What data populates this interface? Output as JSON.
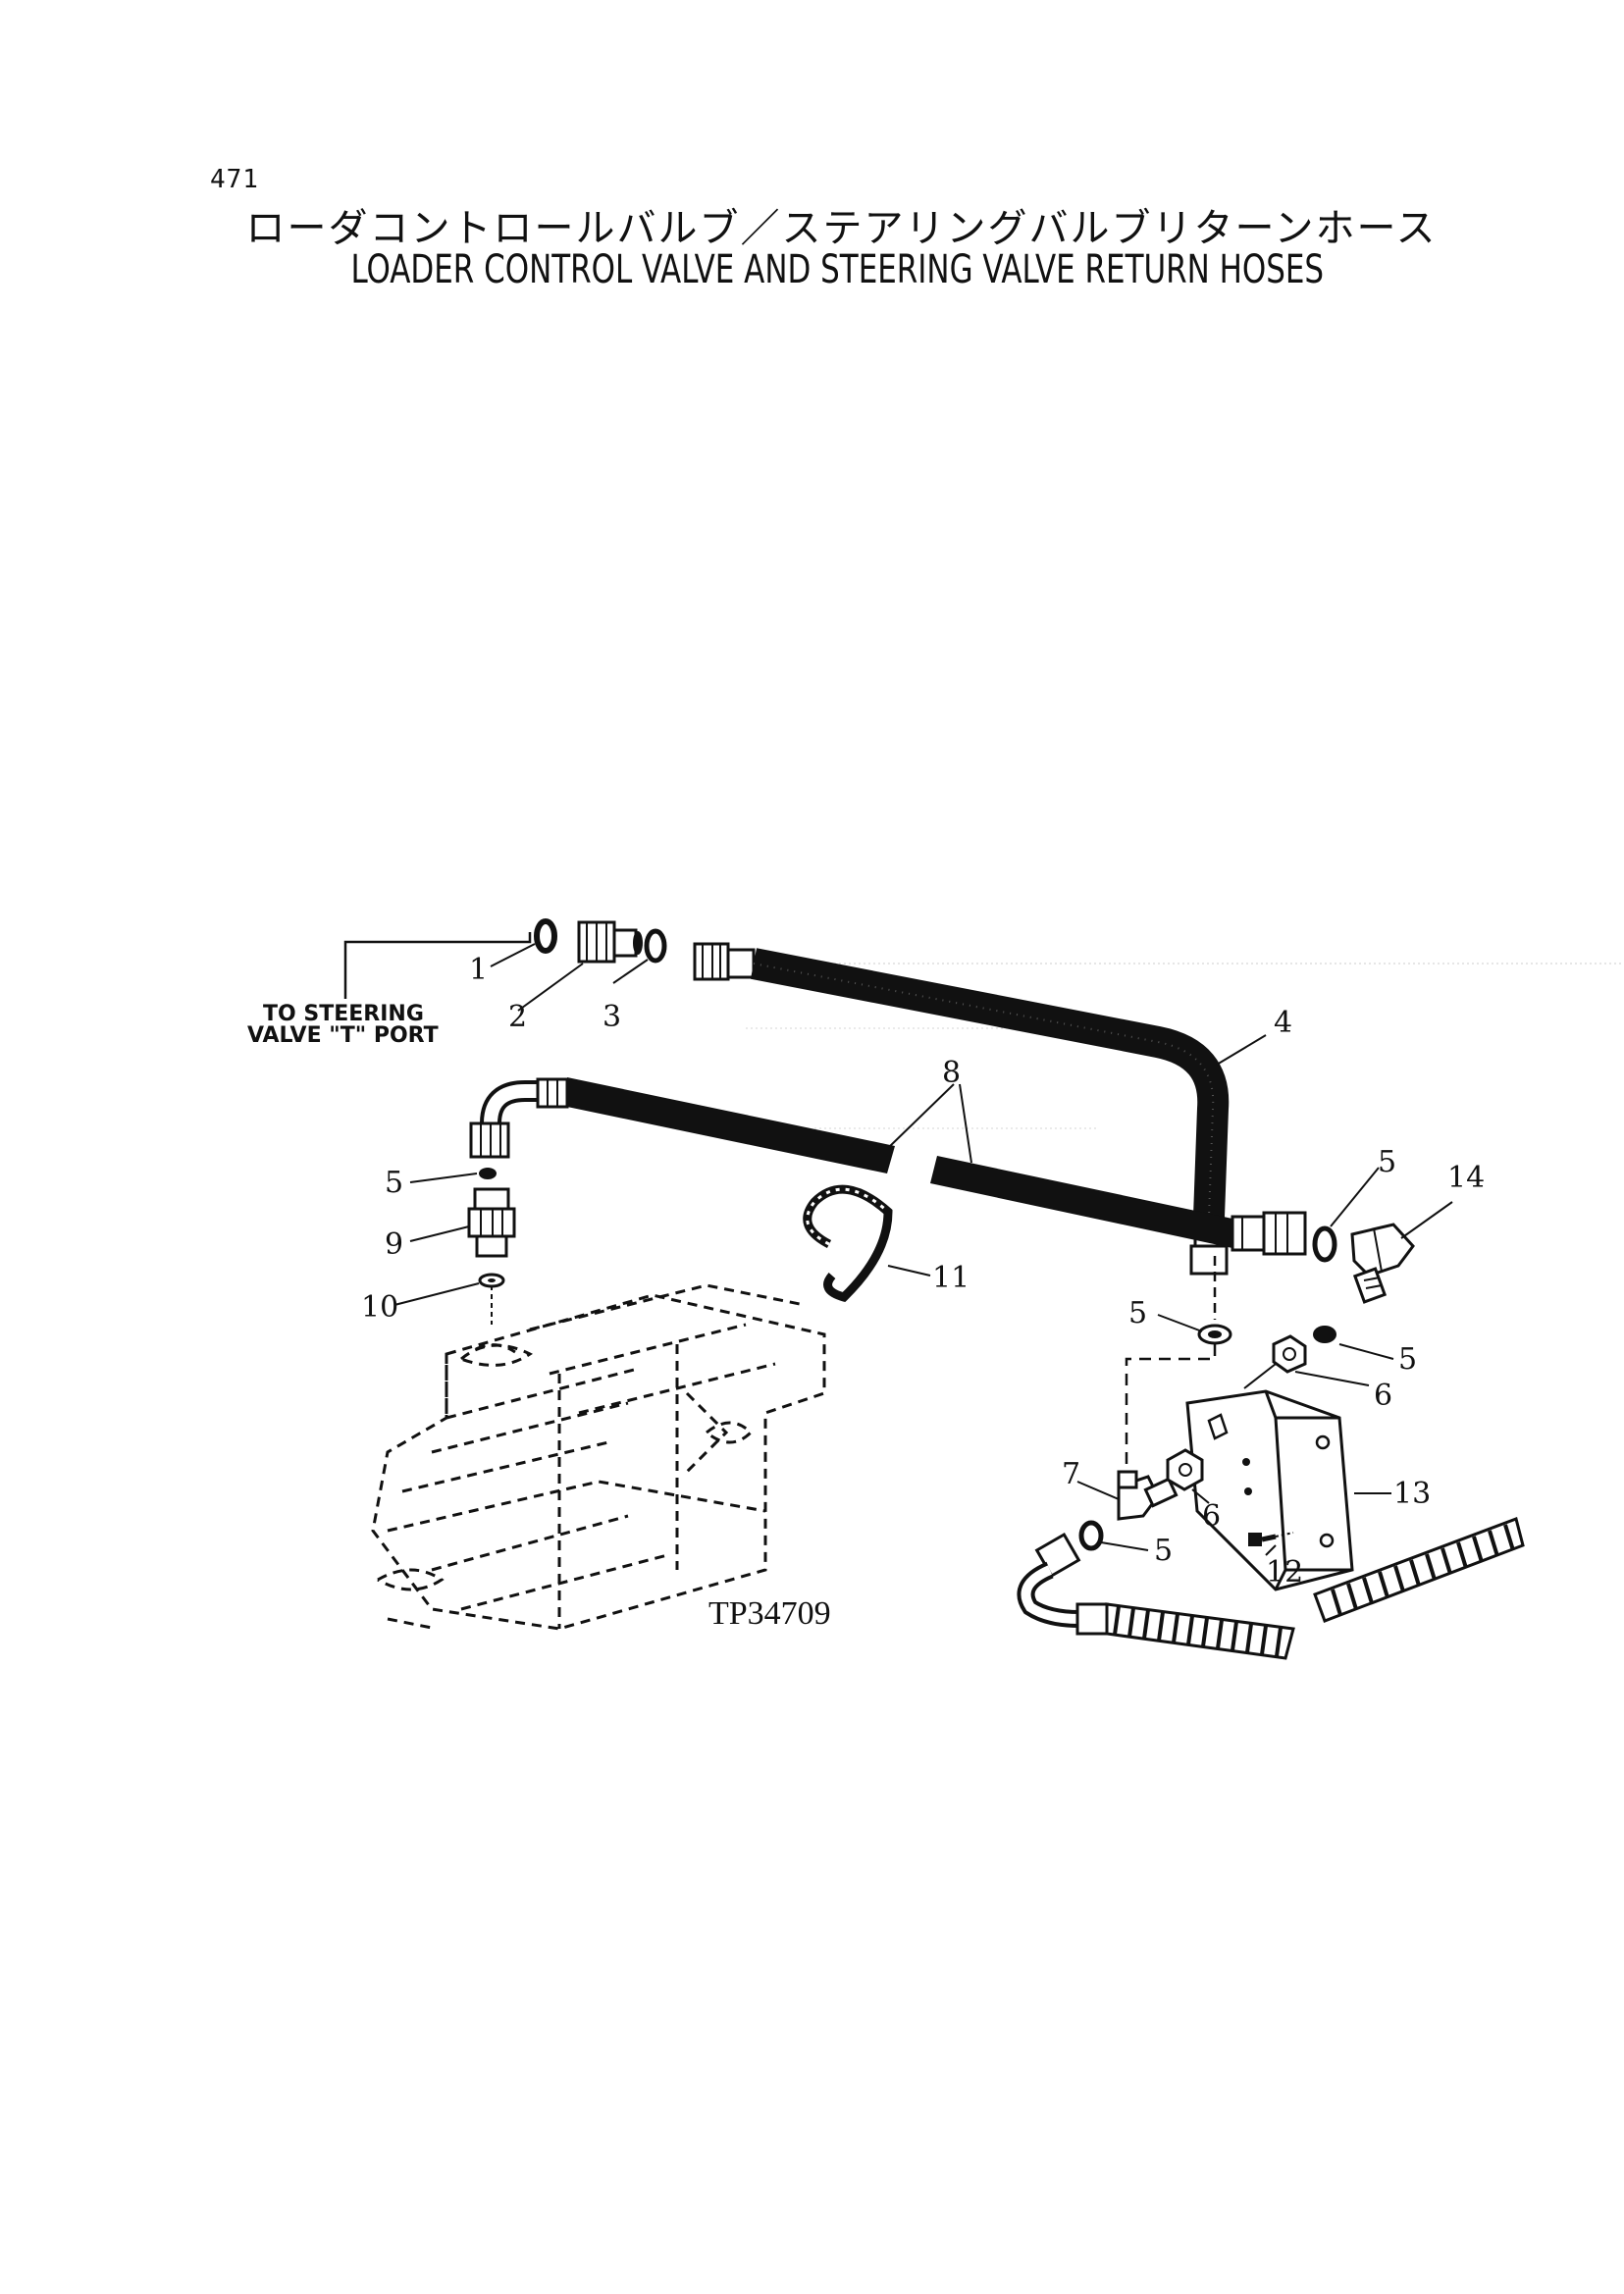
{
  "page": {
    "number": "471",
    "title_jp": "ローダコントロールバルブ／ステアリングバルブリターンホース",
    "title_en": "LOADER CONTROL VALVE AND STEERING VALVE RETURN HOSES"
  },
  "diagram": {
    "figure_code": "TP34709",
    "note_line1": "TO STEERING",
    "note_line2": "VALVE \"T\" PORT",
    "callouts": [
      "1",
      "2",
      "3",
      "4",
      "5",
      "5",
      "5",
      "5",
      "5",
      "6",
      "6",
      "7",
      "8",
      "9",
      "10",
      "11",
      "12",
      "13",
      "14"
    ]
  }
}
